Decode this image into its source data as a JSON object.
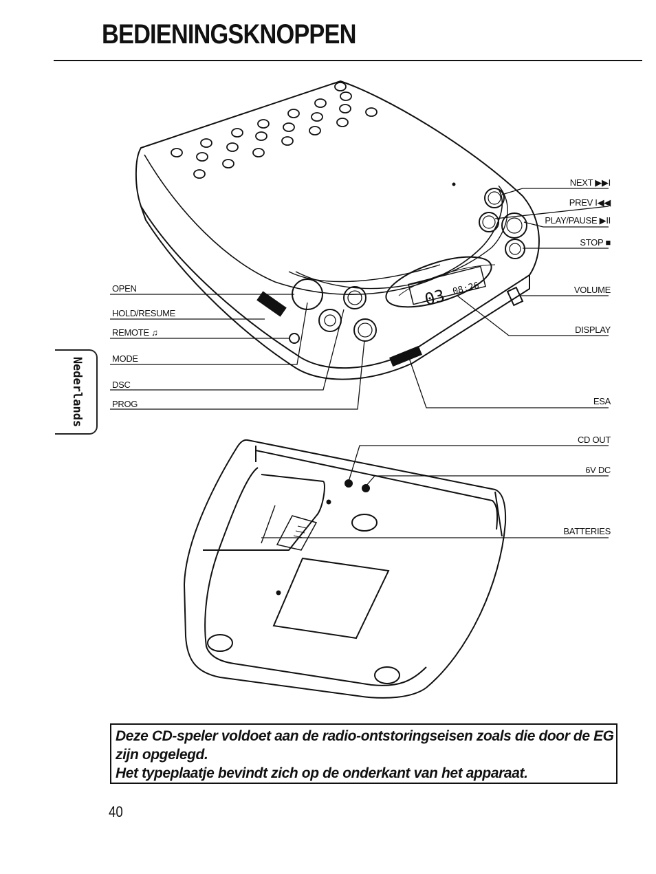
{
  "page": {
    "title": "BEDIENINGSKNOPPEN",
    "side_tab": "Nederlands",
    "page_number": "40"
  },
  "labels": {
    "next": "NEXT ▶▶I",
    "prev": "PREV I◀◀",
    "play_pause": "PLAY/PAUSE ▶II",
    "stop": "STOP ■",
    "volume": "VOLUME",
    "display": "DISPLAY",
    "esa": "ESA",
    "open": "OPEN",
    "hold_resume": "HOLD/RESUME",
    "remote": "REMOTE ♫",
    "mode": "MODE",
    "dsc": "DSC",
    "prog": "PROG",
    "cd_out": "CD OUT",
    "six_v_dc": "6V DC",
    "batteries": "BATTERIES"
  },
  "lcd": {
    "track": "03",
    "time": "08:26"
  },
  "notice": {
    "line1": "Deze CD-speler voldoet aan de radio-ontstoringseisen zoals die door de EG",
    "line2": "zijn opgelegd.",
    "line3": "Het typeplaatje bevindt zich op de onderkant van het apparaat."
  }
}
